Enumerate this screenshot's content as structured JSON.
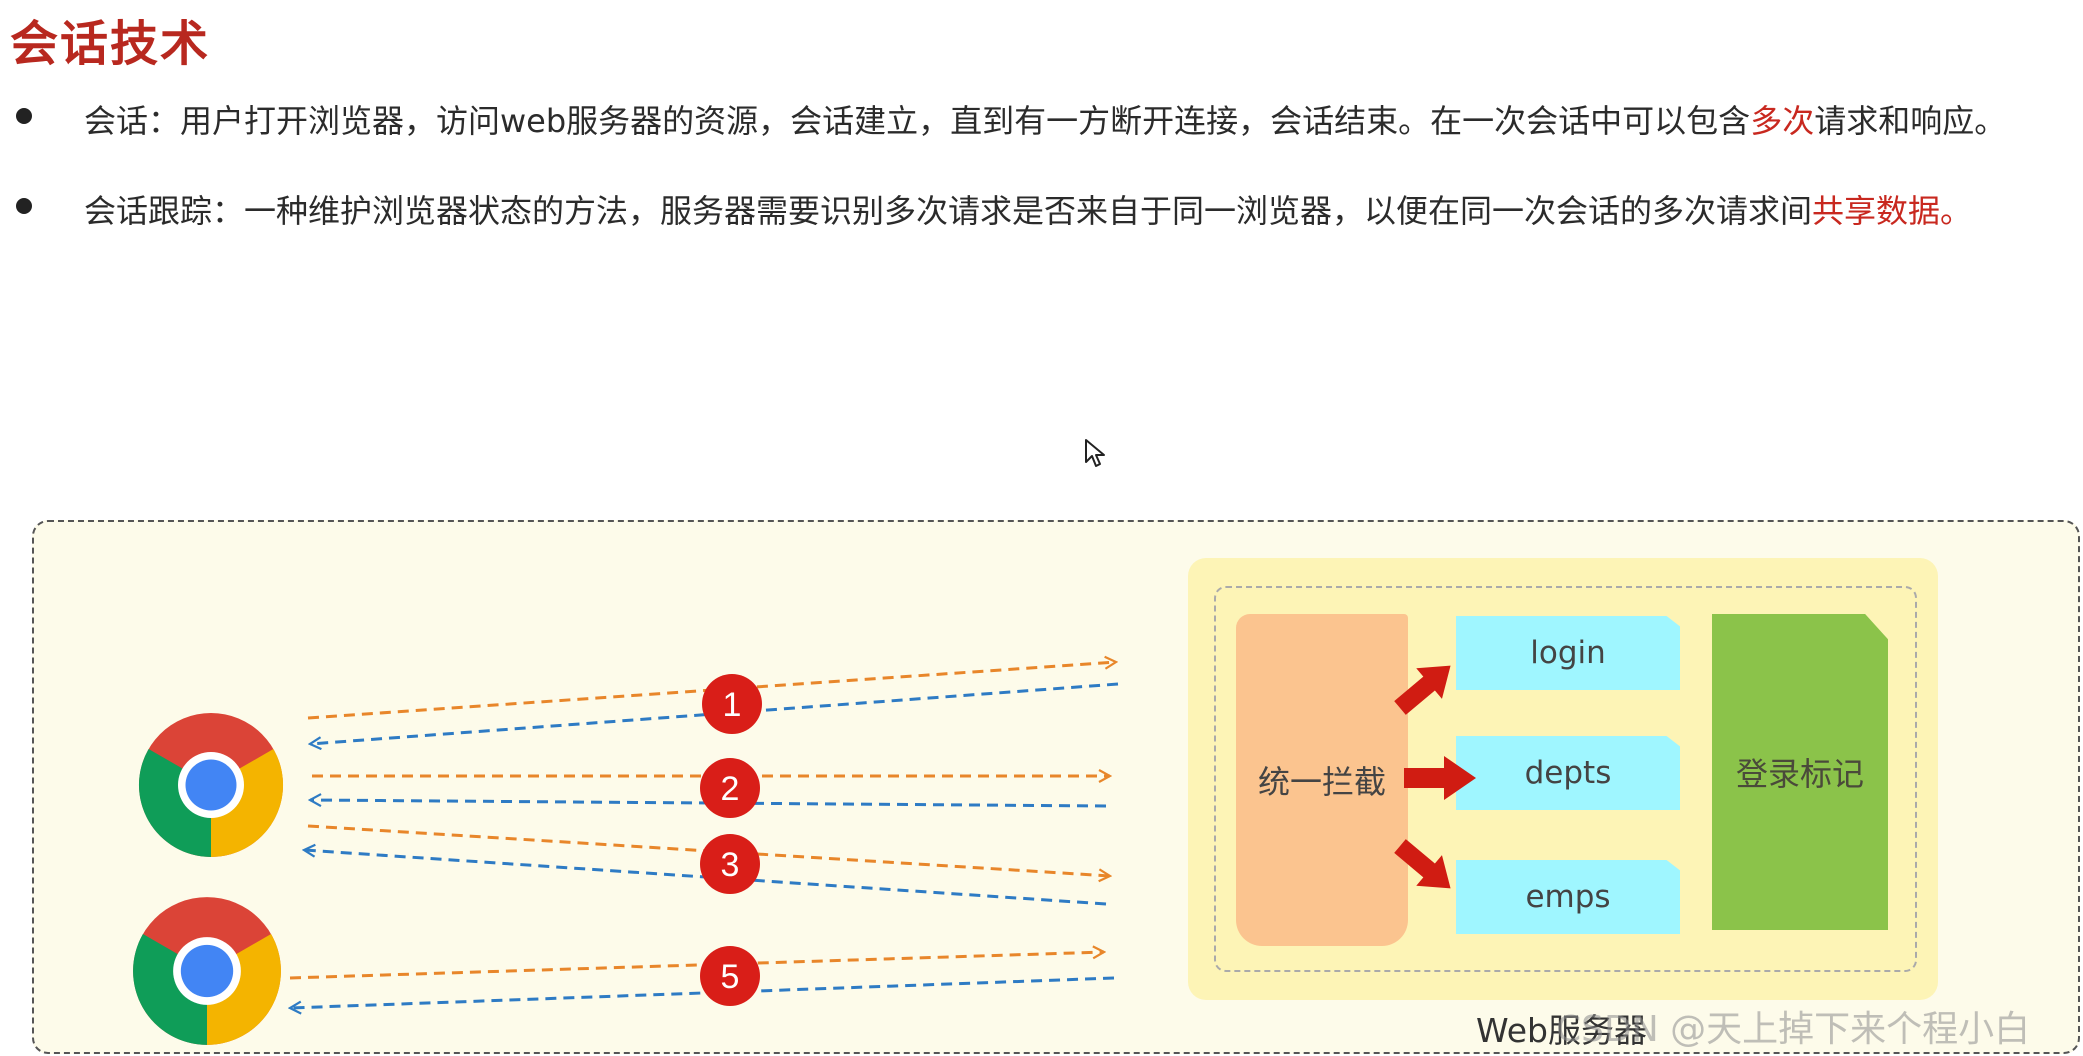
{
  "title": "会话技术",
  "bullets": [
    {
      "pre": "会话：用户打开浏览器，访问web服务器的资源，会话建立，直到有一方断开连接，会话结束。在一次会话中可以包含",
      "highlight": "多次",
      "post": "请求和响应。"
    },
    {
      "pre": "会话跟踪：一种维护浏览器状态的方法，服务器需要识别多次请求是否来自于同一浏览器，以便在同一次会话的多次请求间",
      "highlight": "共享数据。",
      "post": ""
    }
  ],
  "diagram": {
    "request_markers": [
      "1",
      "2",
      "3",
      "5"
    ],
    "browser_icon": "chrome-browser-icon",
    "server": {
      "interceptor_label": "统一拦截",
      "endpoints": [
        "login",
        "depts",
        "emps"
      ],
      "marker_label": "登录标记",
      "label": "Web服务器"
    }
  },
  "watermark": "CSDN @天上掉下来个程小白",
  "colors": {
    "title": "#b8281f",
    "highlight": "#c8281f",
    "request_arrow": "#e8862a",
    "response_arrow": "#2e7bc4",
    "marker_badge": "#d91e18",
    "interceptor": "#fbc48f",
    "endpoint": "#9ff6ff",
    "login_marker": "#8bc34a"
  }
}
